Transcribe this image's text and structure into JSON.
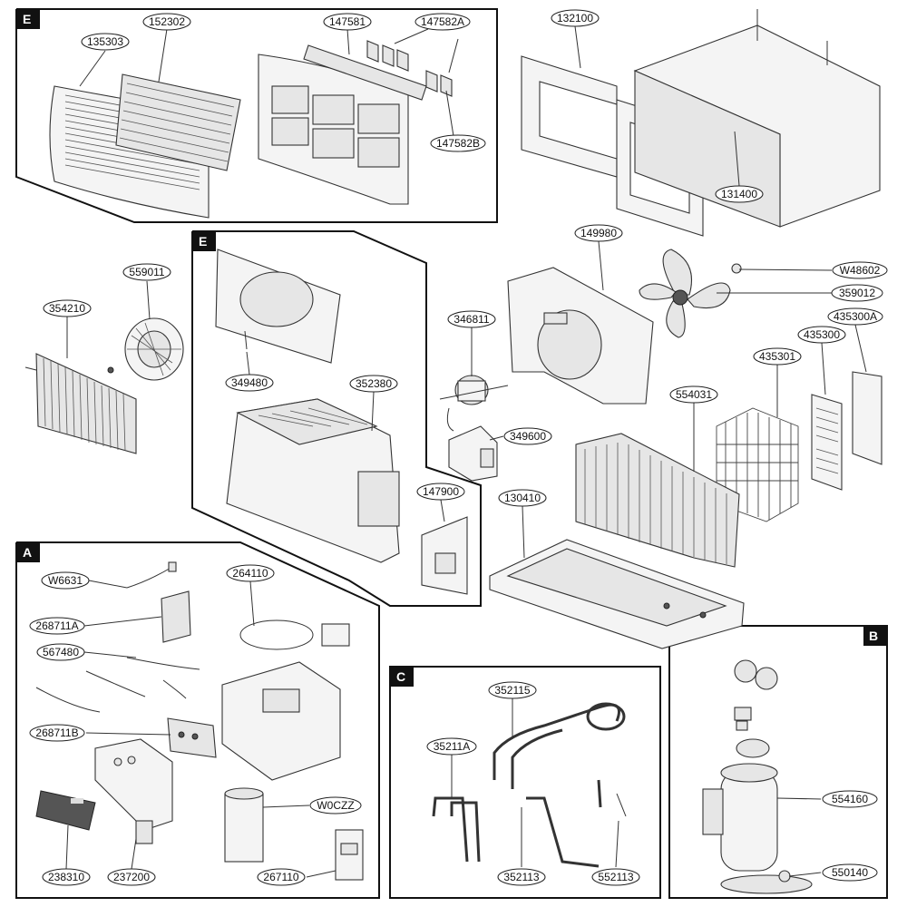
{
  "sections": {
    "e_top": "E",
    "e_mid": "E",
    "a": "A",
    "b": "B",
    "c": "C"
  },
  "parts": {
    "p135303": "135303",
    "p152302": "152302",
    "p147581": "147581",
    "p147582a": "147582A",
    "p147582b": "147582B",
    "p132100": "132100",
    "p131400": "131400",
    "p559011": "559011",
    "p354210": "354210",
    "p349480": "349480",
    "p352380": "352380",
    "p147900": "147900",
    "p346811": "346811",
    "p349600": "349600",
    "p149980": "149980",
    "pW48602": "W48602",
    "p359012": "359012",
    "p435300a": "435300A",
    "p435300": "435300",
    "p435301": "435301",
    "p554031": "554031",
    "p130410": "130410",
    "pW6631": "W6631",
    "p264110": "264110",
    "p268711a": "268711A",
    "p567480": "567480",
    "p268711b": "268711B",
    "pW0CZZ": "W0CZZ",
    "p238310": "238310",
    "p237200": "237200",
    "p267110": "267110",
    "p352115": "352115",
    "p35211a": "35211A",
    "p352113": "352113",
    "p552113": "552113",
    "p554160": "554160",
    "p550140": "550140"
  }
}
